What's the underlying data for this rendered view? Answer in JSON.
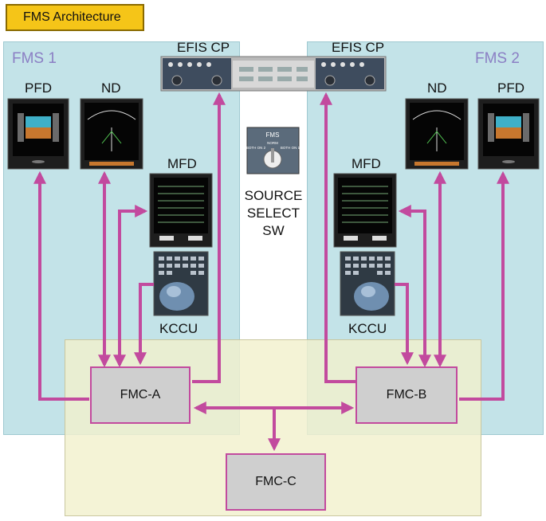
{
  "title": "FMS Architecture",
  "sides": {
    "left": {
      "fms_label": "FMS 1",
      "efis": "EFIS CP",
      "pfd": "PFD",
      "nd": "ND",
      "mfd": "MFD",
      "kccu": "KCCU",
      "fmc": "FMC-A"
    },
    "right": {
      "fms_label": "FMS 2",
      "efis": "EFIS CP",
      "pfd": "PFD",
      "nd": "ND",
      "mfd": "MFD",
      "kccu": "KCCU",
      "fmc": "FMC-B"
    }
  },
  "fmc_c": "FMC-C",
  "source_select": {
    "line1": "SOURCE",
    "line2": "SELECT",
    "line3": "SW"
  },
  "knob": {
    "header": "FMS",
    "norm": "NORM",
    "left_pos": "BOTH ON 2",
    "right_pos": "BOTH ON 1"
  },
  "colors": {
    "title_fill": "#f5c518",
    "zone_blue": "#c3e3e8",
    "zone_yellow": "#f2f0cd",
    "arrow": "#c24a9e",
    "fms_label": "#8b7fc4"
  }
}
